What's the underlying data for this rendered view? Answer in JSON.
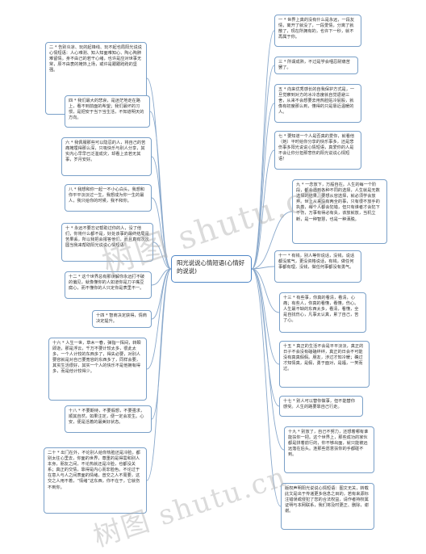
{
  "root": {
    "label": "阳光说说心情短语(心情好的说说)"
  },
  "left_nodes": [
    {
      "id": "l2",
      "text": "二 * 告别炎凉、玩的起锋线、玩不起也局阳光说说心情短语：人心难测、知人知面难知心、陶心陶肺难留情。身不由己的若干心绪，也许是应对世事无常，原不由衷的掩饰上场，或许是跟跟跄跄的坚强。"
    },
    {
      "id": "l4",
      "text": "四 * 我们最大的悲哀，是迷茫地走在路上，看不到前面的希望；我们最坏的习惯，是把安于当下当生活，不知道明天的方向。"
    },
    {
      "id": "l6",
      "text": "六 * 我佩服那些可以隐忍的人，将自己的苦痛掩埋得那么深，只吸快乐与别人分享，其实内心早早已泛滥成灾，却看上去若无其事，岁月安好。"
    },
    {
      "id": "l8",
      "text": "八 * 我想和你一起一不小心白头，我想和你平平淡淡过一生，我想成为你一生的最人，我只给你的时候，我不和你。"
    },
    {
      "id": "l10",
      "text": "十 * 永远不要忘记帮助过你的人，没了他们，你将什么都不是，好处该事的最终结局是苦果丢，所以我把会报答他们，而且真有次次圆当我来帮助阳光说说心情短语！"
    },
    {
      "id": "l12",
      "text": "十二 * 这个世界总有那误解你永远打不破的偏见，就像懂你的人如道你是刀子嘴豆腐心，而不懂你的人只定你是表里不一。"
    },
    {
      "id": "l14",
      "text": "十四 * 智商决定获得，情商决定提升。"
    },
    {
      "id": "l16",
      "text": "十六 * 人生一世，草木一春，弹指一挥间，转瞬即逝，那是浮云，千万不要计较太多，很此太多，一个人计较的东西多了，得失必要，对别人要容就是对自己要宽容的东西多了，同样会要，其实生活很好，其实一个人的快乐不是他拥有得多，而是他计较得少。"
    },
    {
      "id": "l18",
      "text": "十八 * 不要期待，不要假想，不要强求，顺其自然，如果注定，便一定会发生。心安，便是活着的最美好状态。"
    },
    {
      "id": "l20",
      "text": "二十 * 出门在外，不论别人给你热脸还是冷脸，都别太往心里去，你面的世界，尊重的是得需和别人本身，朋友之间，不论热就还是冷脸，也都没关系；真正的交情，靠得是内心而非脸色。不论过于在意人与人之间表面的情绪，曾交之人不周要，这交之人用不着，“情绪”这东西，你不在于，它就伤不到你。"
    }
  ],
  "right_nodes": [
    {
      "id": "r1",
      "text": "一 * 世界上真的没有什么是永远，一段友情，离开了就没了，一段爱情，分离了就散了，现在所拥有的，也许下一秒，就不再属于你。"
    },
    {
      "id": "r3",
      "text": "三 * 所谓成熟，不过是学会咽忍耐痛苦罢了。"
    },
    {
      "id": "r5",
      "text": "五 * 向来优秀感长的自我保护方式是，一旦觉察到对方的冰冷态度就自觉退避三舍，从来不会想要去用热脸贴冷屁股，就像有初度那么到，懂得的只是靠近温暖的人。"
    },
    {
      "id": "r7",
      "text": "七 * 要知道一个人是否真的爱你，就看他（她）平时给你分享的快乐事多，还是悲伤事多阳光说说心情短语，真爱你的人是不会让你分担那悲伤的阳光说说心情短语！"
    },
    {
      "id": "r9",
      "text": "九 * 一念放下，万般自在。人生的每一个阶段，都会遇到各种不同的选择，人生就是无数选择的结果。要想从容选择，就必须学会放弃。世上从来没有两全的事，只有很不放手的执着，每个人都会犯错，但只有谁者才会犯下不伤，万事有得必有失，该放就放，当机立断，是一种智慧，也是一种洒脱。"
    },
    {
      "id": "r11",
      "text": "十一 * 有钱，别人等你说话，没钱，说话都没底气，更没资格说话，有钱，做任何事都有理，没钱，做任何事都没有勇气。"
    },
    {
      "id": "r13",
      "text": "十三 * 有些事，你真的看清，看清，心痛；有些人，你真的看懂，看懂，伤心。人生最不缺的东西太多，看清，看懂，全是自找伤心，凡事太认真，累了自己，苦了心。"
    },
    {
      "id": "r15",
      "text": "十五 * 真正的生活不会是平平淡淡，真正的日子不会没有磕磕绊绊，真正的日会不可能没有真真假假。朋友，涉过才知冷暖；确过才知情真，是假，勇于面对，是福，一笑而过。"
    },
    {
      "id": "r17",
      "text": "十七 * 别人可以替你做事，但不能替你感受。人生的路要靠自己行走。"
    },
    {
      "id": "r19",
      "text": "十九 * 别放了，自己不努力，还想着哪有谁能扶你一把。这个世界上，那些成功的家伙都是拼着前行的，你不够出面，就只能被远远落在后头。连那些愿意扶你的手都碰不到。"
    },
    {
      "id": "r_copy",
      "text": "版权声明阳光说说心情短语：图文无关，转载此文是出于传递更多信息之目的，若有来源标注错误或侵犯了您的合法权益，请作者持权属证明与本网联系，我们将及时更正、删除，谢谢。"
    }
  ],
  "watermark": {
    "left": "树图 shutu.cn",
    "bottom": "树图 shutu.cn"
  },
  "colors": {
    "line": "#8aa9cc",
    "node_border": "#7aa0c8",
    "root_border": "#4f86c6"
  }
}
